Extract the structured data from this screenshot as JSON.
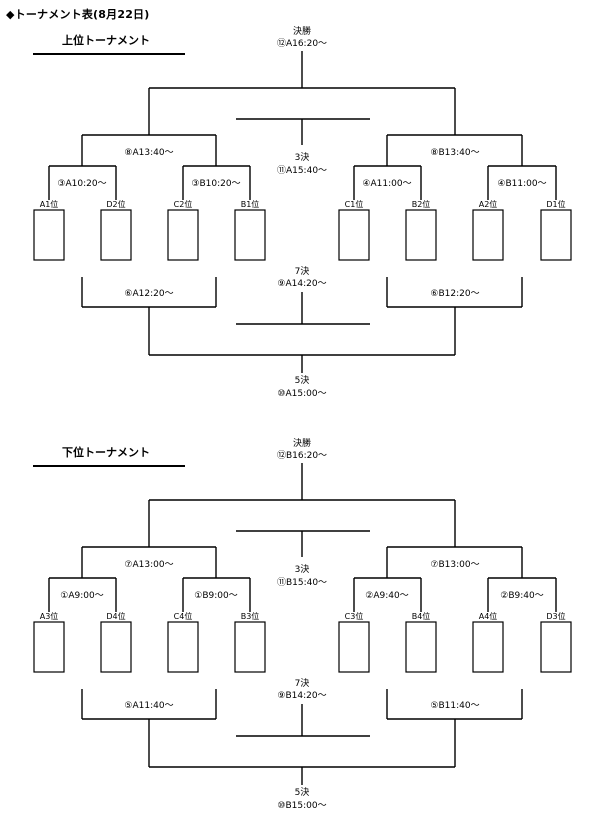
{
  "page_title": "◆トーナメント表(8月22日)",
  "brackets": [
    {
      "title": "上位トーナメント",
      "final": {
        "label": "決勝",
        "time": "⑫A16:20～"
      },
      "third": {
        "label": "3決",
        "time": "⑪A15:40～"
      },
      "seventh": {
        "label": "7決",
        "time": "⑨A14:20～"
      },
      "fifth": {
        "label": "5決",
        "time": "⑩A15:00～"
      },
      "semis": [
        "⑧A13:40～",
        "⑧B13:40～"
      ],
      "quarters": [
        "③A10:20～",
        "③B10:20～",
        "④A11:00～",
        "④B11:00～"
      ],
      "consolations": [
        "⑥A12:20～",
        "⑥B12:20～"
      ],
      "teams": [
        "A1位",
        "D2位",
        "C2位",
        "B1位",
        "C1位",
        "B2位",
        "A2位",
        "D1位"
      ]
    },
    {
      "title": "下位トーナメント",
      "final": {
        "label": "決勝",
        "time": "⑫B16:20～"
      },
      "third": {
        "label": "3決",
        "time": "⑪B15:40～"
      },
      "seventh": {
        "label": "7決",
        "time": "⑨B14:20～"
      },
      "fifth": {
        "label": "5決",
        "time": "⑩B15:00～"
      },
      "semis": [
        "⑦A13:00～",
        "⑦B13:00～"
      ],
      "quarters": [
        "①A9:00～",
        "①B9:00～",
        "②A9:40～",
        "②B9:40～"
      ],
      "consolations": [
        "⑤A11:40～",
        "⑤B11:40～"
      ],
      "teams": [
        "A3位",
        "D4位",
        "C4位",
        "B3位",
        "C3位",
        "B4位",
        "A4位",
        "D3位"
      ]
    }
  ]
}
